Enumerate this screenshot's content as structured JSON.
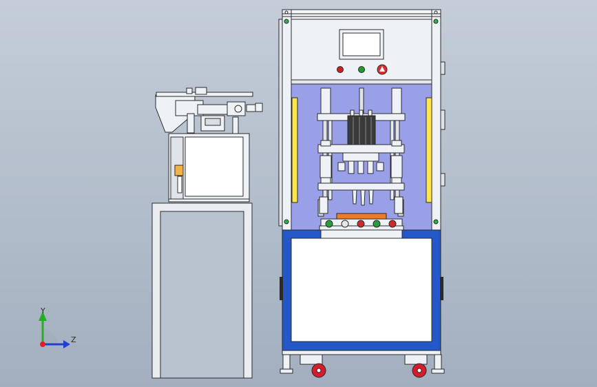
{
  "viewport": {
    "background_top": "#c4cdd8",
    "background_bottom": "#a3afbf"
  },
  "axis_triad": {
    "y_label": "Y",
    "z_label": "Z",
    "y_color": "#22b022",
    "z_color": "#1f3fd0",
    "x_color": "#e02020"
  },
  "machine": {
    "frame_color": "#eef1f5",
    "line_color": "#2b2b2b",
    "chamber_color": "#9aa0e8",
    "base_color": "#2457c8",
    "indicator_lights": [
      {
        "name": "red-lamp",
        "color": "#d11d1d"
      },
      {
        "name": "green-lamp",
        "color": "#1e9c2a"
      },
      {
        "name": "emergency-stop",
        "color": "#e02b2b"
      }
    ],
    "panel_buttons": [
      {
        "name": "green-button",
        "color": "#2a9d3a"
      },
      {
        "name": "white-button",
        "color": "#e8e8e8"
      },
      {
        "name": "red-button",
        "color": "#cf2a2a"
      },
      {
        "name": "green-button-2",
        "color": "#2a9d3a"
      },
      {
        "name": "red-button-2",
        "color": "#cf2a2a"
      }
    ],
    "fixture_color": "#f07a22",
    "caster_wheel_color": "#d41c2c"
  }
}
